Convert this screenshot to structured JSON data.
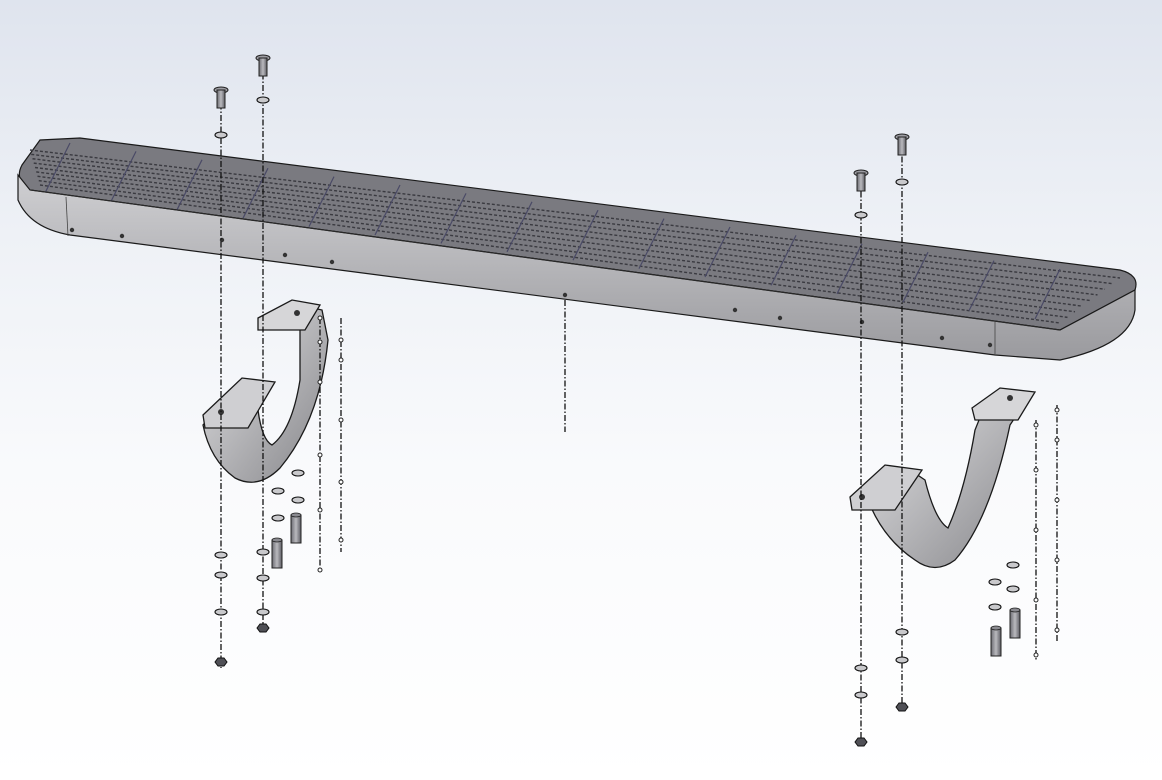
{
  "viewport": {
    "background_top": "#dfe4ee",
    "background_bottom": "#ffffff"
  },
  "model": {
    "description_visible_text": "",
    "part_color": "#bfbfc2",
    "part_shade": "#8e8e92",
    "edge_color": "#1a1a1a",
    "tread_color": "#6f6f74",
    "explode_line_color": "#111111"
  },
  "parts": [
    {
      "name": "running-board-step"
    },
    {
      "name": "left-mounting-bracket"
    },
    {
      "name": "right-mounting-bracket"
    },
    {
      "name": "carriage-bolts"
    },
    {
      "name": "flat-washers"
    },
    {
      "name": "hex-nuts"
    },
    {
      "name": "spacer-sleeves"
    }
  ]
}
